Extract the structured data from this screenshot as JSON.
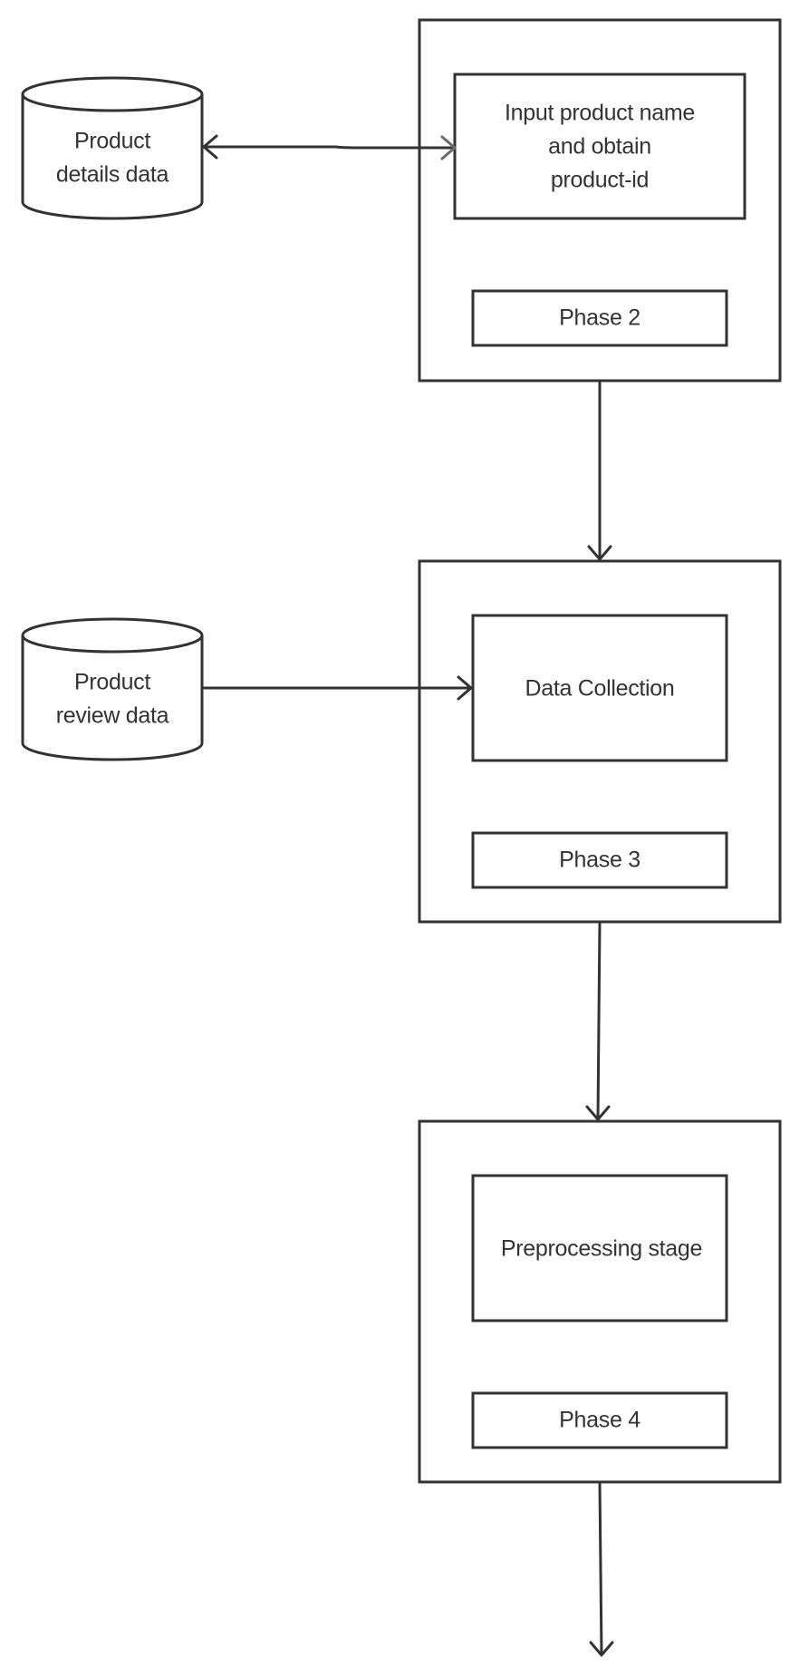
{
  "stores": {
    "product_details": {
      "line1": "Product",
      "line2": "details data"
    },
    "product_review": {
      "line1": "Product",
      "line2": "review data"
    }
  },
  "phase2": {
    "process_line1": "Input product name",
    "process_line2": "and obtain",
    "process_line3": "product-id",
    "label": "Phase 2"
  },
  "phase3": {
    "process": "Data Collection",
    "label": "Phase 3"
  },
  "phase4": {
    "process": "Preprocessing stage",
    "label": "Phase 4"
  },
  "colors": {
    "stroke": "#333333",
    "arrow_secondary": "#6b6b6b",
    "background": "#ffffff"
  }
}
